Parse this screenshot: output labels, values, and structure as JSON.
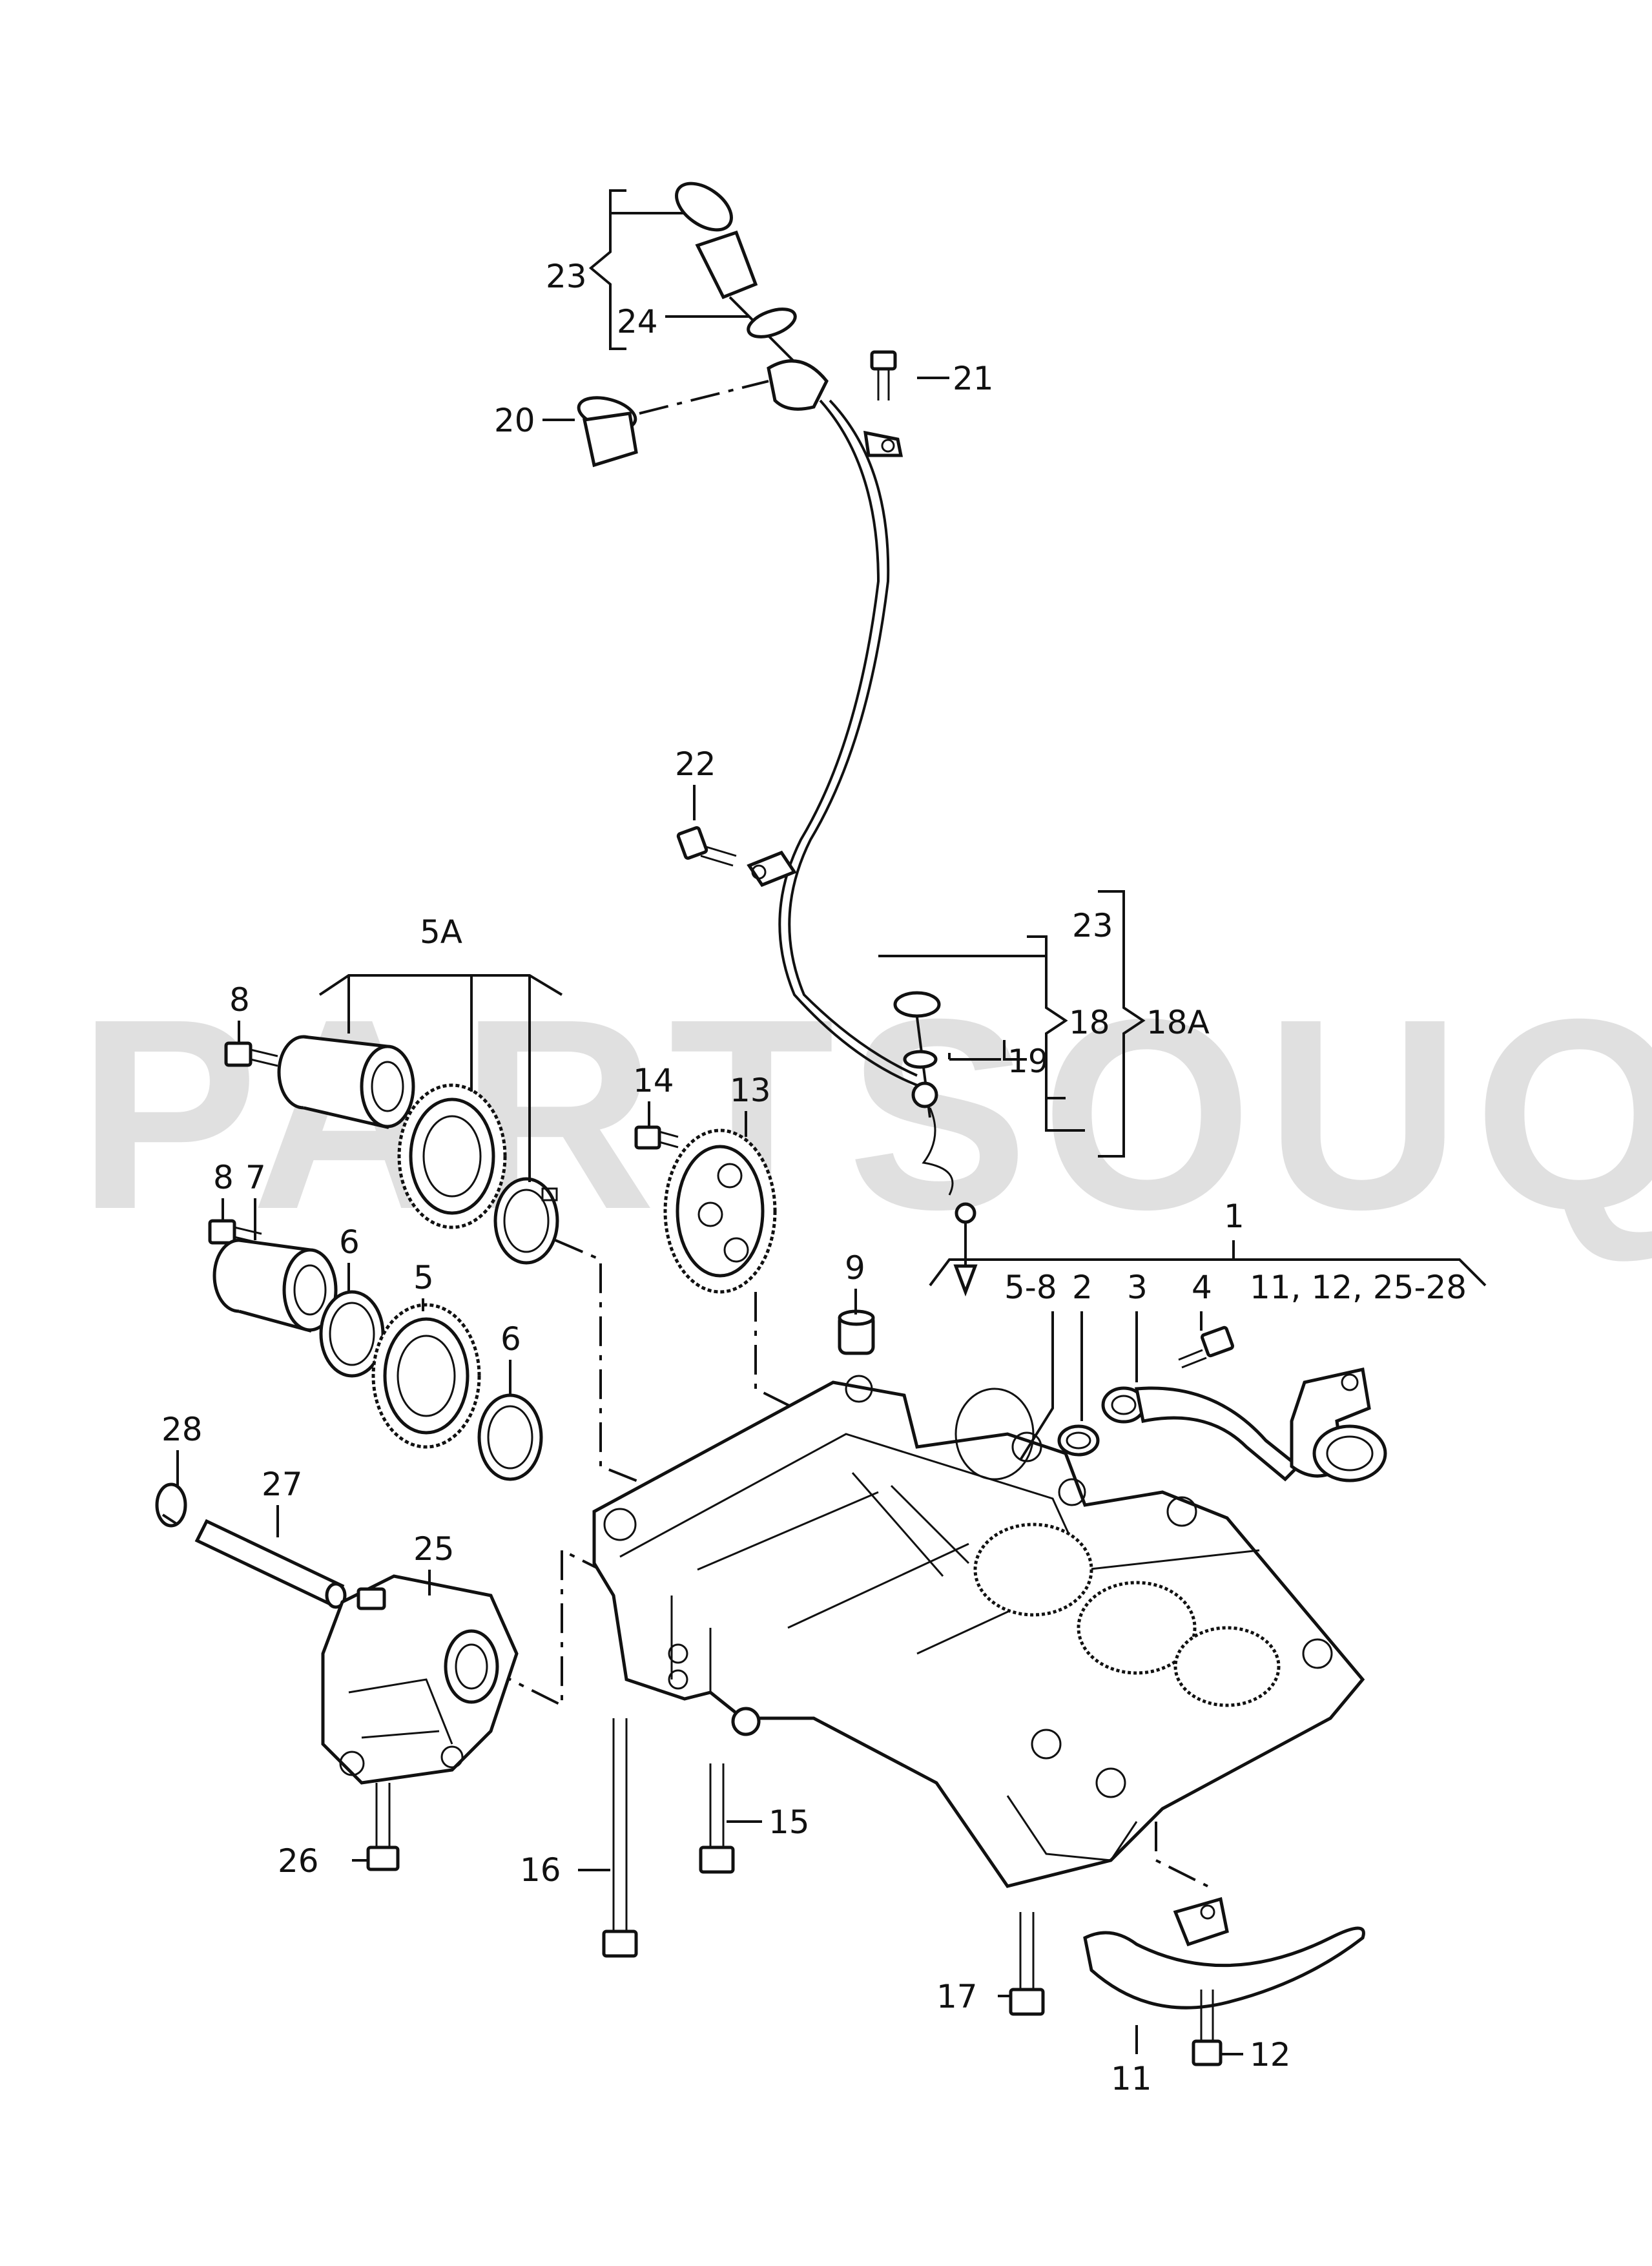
{
  "watermark": "PARTSOUQ.COM",
  "callouts": {
    "c23_top": "23",
    "c24": "24",
    "c21": "21",
    "c20": "20",
    "c22": "22",
    "c23_right": "23",
    "c18": "18",
    "c18A": "18A",
    "c19": "19",
    "c5A": "5A",
    "c8_top": "8",
    "c14": "14",
    "c13": "13",
    "c8_low": "8",
    "c7": "7",
    "c6_left": "6",
    "c5": "5",
    "c6_right": "6",
    "c9": "9",
    "c1": "1",
    "c5_8": "5-8",
    "c2": "2",
    "c3": "3",
    "c4": "4",
    "c11_group": "11, 12, 25-28",
    "c28": "28",
    "c27": "27",
    "c25": "25",
    "c26": "26",
    "c16": "16",
    "c15": "15",
    "c17": "17",
    "c11": "11",
    "c12": "12"
  }
}
